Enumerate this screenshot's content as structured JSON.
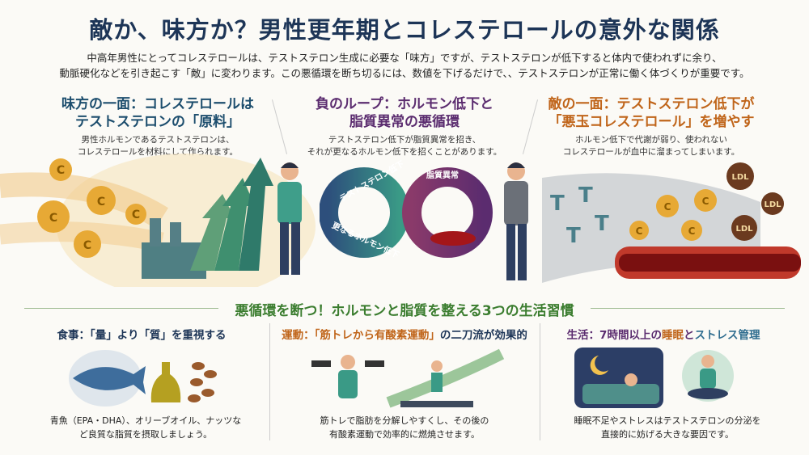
{
  "title": "敵か、味方か？男性更年期とコレステロールの意外な関係",
  "intro": [
    "中高年男性にとってコレステロールは、テストステロン生成に必要な「味方」ですが、テストステロンが低下すると体内で使われずに余り、",
    "動脈硬化などを引き起こす「敵」に変わります。この悪循環を断ち切るには、数値を下げるだけで、、テストステロンが正常に働く体づくりが重要です。"
  ],
  "panels": [
    {
      "heading": [
        "味方の一面：コレステロールは",
        "テストステロンの「原料」"
      ],
      "desc": [
        "男性ホルモンであるテストステロンは、",
        "コレステロールを材料にして作られます。"
      ],
      "color": "#1d4e6e"
    },
    {
      "heading": [
        "負のループ：ホルモン低下と",
        "脂質異常の悪循環"
      ],
      "desc": [
        "テストステロン低下が脂質異常を招き、",
        "それが更なるホルモン低下を招くことがあります。"
      ],
      "color": "#5b2c6f"
    },
    {
      "heading": [
        "敵の一面：テストステロン低下が",
        "「悪玉コレステロール」を増やす"
      ],
      "desc": [
        "ホルモン低下で代謝が弱り、使われない",
        "コレステロールが血中に溜まってしまいます。"
      ],
      "color": "#c0651a"
    }
  ],
  "loop": {
    "left_top": "テストステロン低下",
    "right_top": "脂質異常",
    "left_bottom": "更なるホルモン低下"
  },
  "icons": {
    "coin": "C",
    "ldl": "LDL",
    "t": "T"
  },
  "section_heading": "悪循環を断つ！ホルモンと脂質を整える3つの生活習慣",
  "habits": [
    {
      "heading": "食事：「量」より「質」を重視する",
      "desc": [
        "青魚（EPA・DHA）、オリーブオイル、ナッツな",
        "ど良質な脂質を摂取しましょう。"
      ],
      "color": "#1d3557"
    },
    {
      "heading_prefix": "運動：「筋トレから有酸素運動」",
      "heading_suffix": "の二刀流が効果的",
      "desc": [
        "筋トレで脂肪を分解しやすくし、その後の",
        "有酸素運動で効率的に燃焼させます。"
      ],
      "color": "#c0651a"
    },
    {
      "heading_prefix": "生活：7時間以上の",
      "heading_mid": "睡眠",
      "heading_and": "と",
      "heading_suffix": "ストレス管理",
      "desc": [
        "睡眠不足やストレスはテストステロンの分泌を",
        "直接的に妨げる大きな要因です。"
      ],
      "color": "#5b2c6f"
    }
  ]
}
